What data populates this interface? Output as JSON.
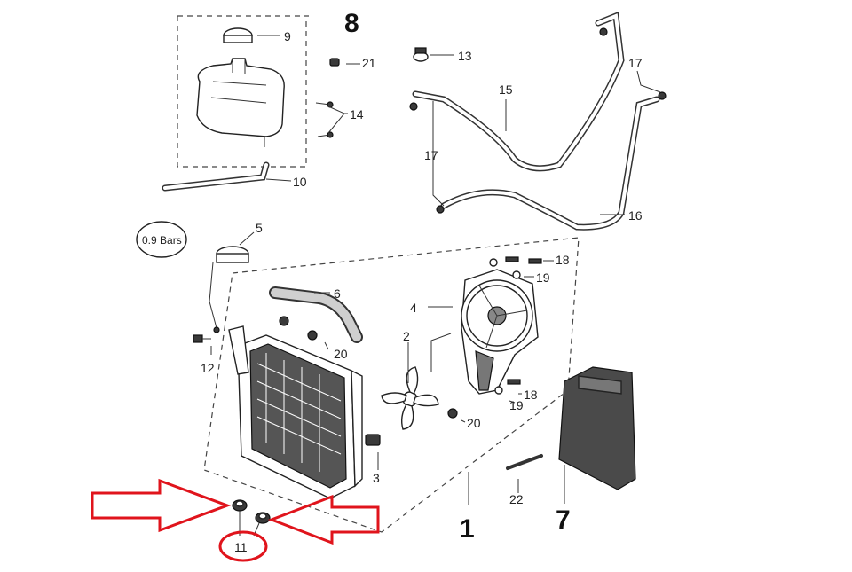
{
  "labels": {
    "l1": "1",
    "l2": "2",
    "l3": "3",
    "l4": "4",
    "l5": "5",
    "l6": "6",
    "l7": "7",
    "l8": "8",
    "l9": "9",
    "l10": "10",
    "l11": "11",
    "l12": "12",
    "l13": "13",
    "l14": "14",
    "l15": "15",
    "l16": "16",
    "l17a": "17",
    "l17b": "17",
    "l18a": "18",
    "l18b": "18",
    "l19a": "19",
    "l19b": "19",
    "l20a": "20",
    "l20b": "20",
    "l21": "21",
    "l22": "22",
    "pressure": "0.9 Bars"
  },
  "colors": {
    "highlight": "#e0141c",
    "ink": "#222222"
  }
}
